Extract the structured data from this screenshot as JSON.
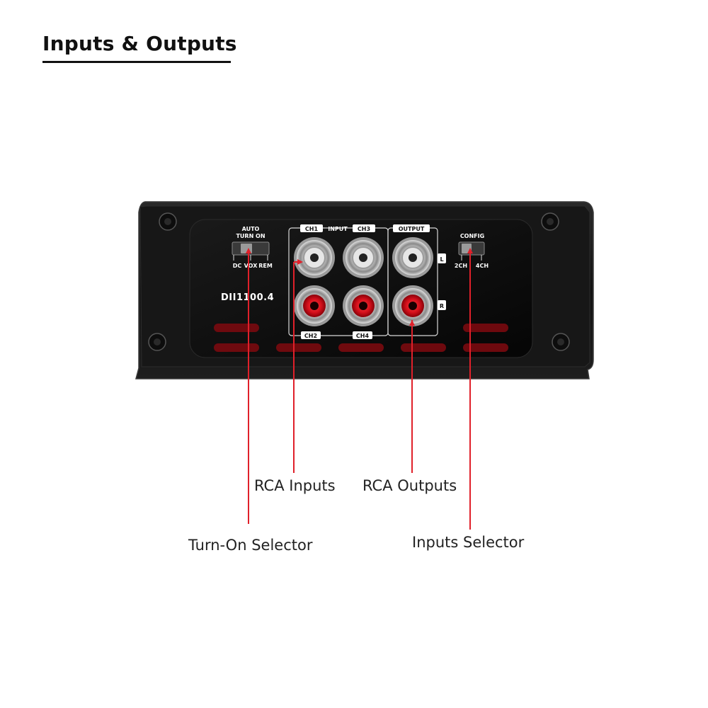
{
  "header": {
    "title": "Inputs & Outputs"
  },
  "panel": {
    "auto_label_line1": "AUTO",
    "auto_label_line2": "TURN ON",
    "switch_positions": [
      "DC",
      "VOX",
      "REM"
    ],
    "model": "DII1100.4",
    "input_header": {
      "left": "CH1",
      "center": "INPUT",
      "right": "CH3"
    },
    "output_header": "OUTPUT",
    "bottom_labels": [
      "CH2",
      "CH4"
    ],
    "side_labels": [
      "L",
      "R"
    ],
    "config_label": "CONFIG",
    "config_positions": [
      "2CH",
      "4CH"
    ]
  },
  "callouts": {
    "rca_inputs": "RCA Inputs",
    "rca_outputs": "RCA Outputs",
    "turn_on_selector": "Turn-On Selector",
    "inputs_selector": "Inputs Selector"
  },
  "colors": {
    "accent": "#e0202a",
    "body": "#141414",
    "panel": "#0b0b0b"
  }
}
